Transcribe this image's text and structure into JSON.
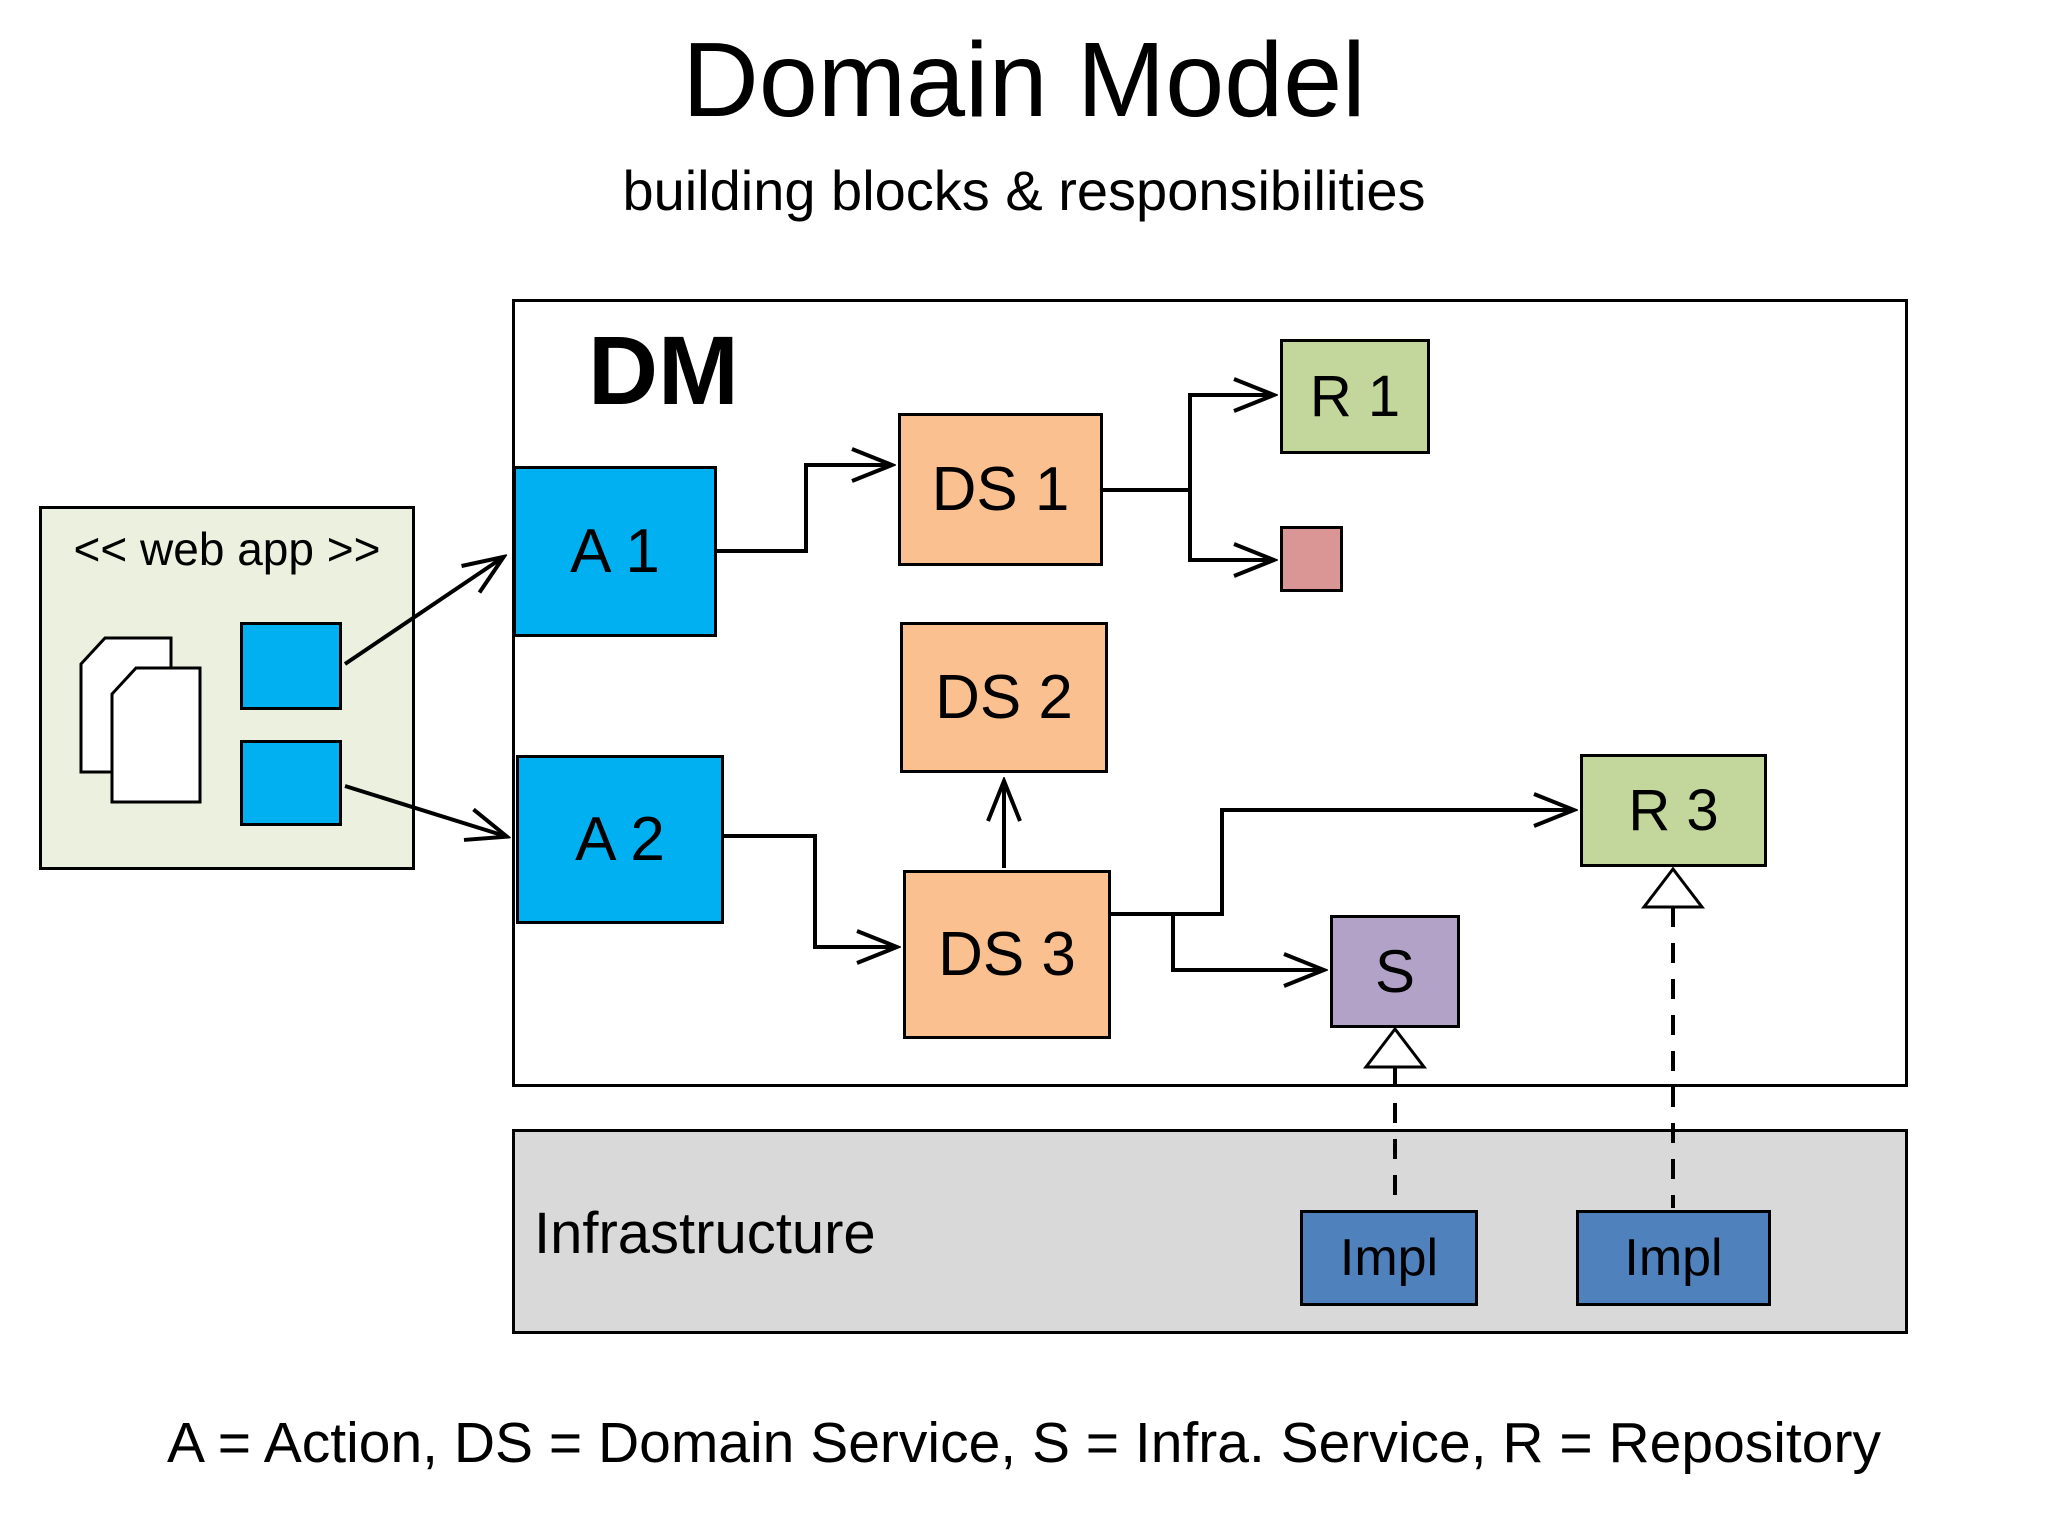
{
  "slide": {
    "title": "Domain Model",
    "subtitle": "building blocks & responsibilities",
    "legend": "A = Action, DS = Domain Service, S = Infra. Service, R = Repository"
  },
  "containers": {
    "web_app": {
      "label": "<< web app >>",
      "bg_color": "#ebf1de"
    },
    "dm": {
      "label": "DM",
      "bg_color": "#ffffff"
    },
    "infrastructure": {
      "label": "Infrastructure",
      "bg_color": "#d9d9d9"
    }
  },
  "nodes": {
    "a1": {
      "label": "A 1",
      "color": "#00b0f0"
    },
    "a2": {
      "label": "A 2",
      "color": "#00b0f0"
    },
    "ds1": {
      "label": "DS 1",
      "color": "#fac090"
    },
    "ds2": {
      "label": "DS 2",
      "color": "#fac090"
    },
    "ds3": {
      "label": "DS 3",
      "color": "#fac090"
    },
    "r1": {
      "label": "R 1",
      "color": "#c3d69b"
    },
    "r3": {
      "label": "R 3",
      "color": "#c3d69b"
    },
    "s": {
      "label": "S",
      "color": "#b3a2c7"
    },
    "entity_square": {
      "label": "",
      "color": "#d99694"
    },
    "impl_under_s": {
      "label": "Impl",
      "color": "#4f81bd"
    },
    "impl_under_r3": {
      "label": "Impl",
      "color": "#4f81bd"
    },
    "webapp_component_top": {
      "label": "",
      "color": "#00b0f0"
    },
    "webapp_component_bottom": {
      "label": "",
      "color": "#00b0f0"
    }
  },
  "edges": {
    "line_color": "#000000",
    "style_note": "solid = call/dependency arrows, dashed + hollow triangle = realization"
  }
}
